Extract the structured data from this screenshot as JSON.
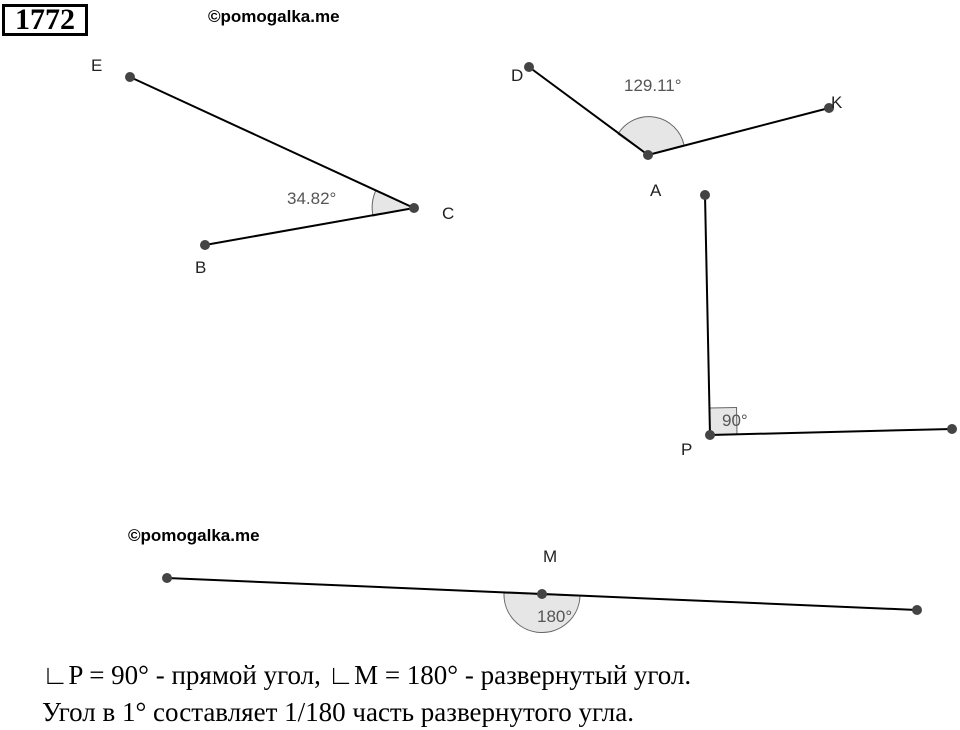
{
  "problem_number": "1772",
  "watermarks": [
    "©pomogalka.me",
    "©pomogalka.me"
  ],
  "angles": [
    {
      "vertex": "C",
      "arms": [
        "E",
        "B"
      ],
      "label": "34.82°"
    },
    {
      "vertex": "A",
      "arms": [
        "D",
        "K"
      ],
      "label": "129.11°"
    },
    {
      "vertex": "P",
      "arms": [],
      "label": "90°",
      "right_angle": true
    },
    {
      "vertex": "M",
      "arms": [],
      "label": "180°",
      "straight": true
    }
  ],
  "point_labels": {
    "E": "E",
    "C": "C",
    "B": "B",
    "D": "D",
    "A": "A",
    "K": "K",
    "P": "P",
    "M": "M"
  },
  "caption": {
    "line1": "∟P = 90° - прямой угол, ∟M = 180° - развернутый угол.",
    "line2": "Угол в 1° составляет 1/180 часть развернутого угла."
  },
  "colors": {
    "line": "#000000",
    "point": "#444444",
    "arc_fill": "#e6e6e6",
    "arc_stroke": "#666666",
    "label": "#555555"
  }
}
